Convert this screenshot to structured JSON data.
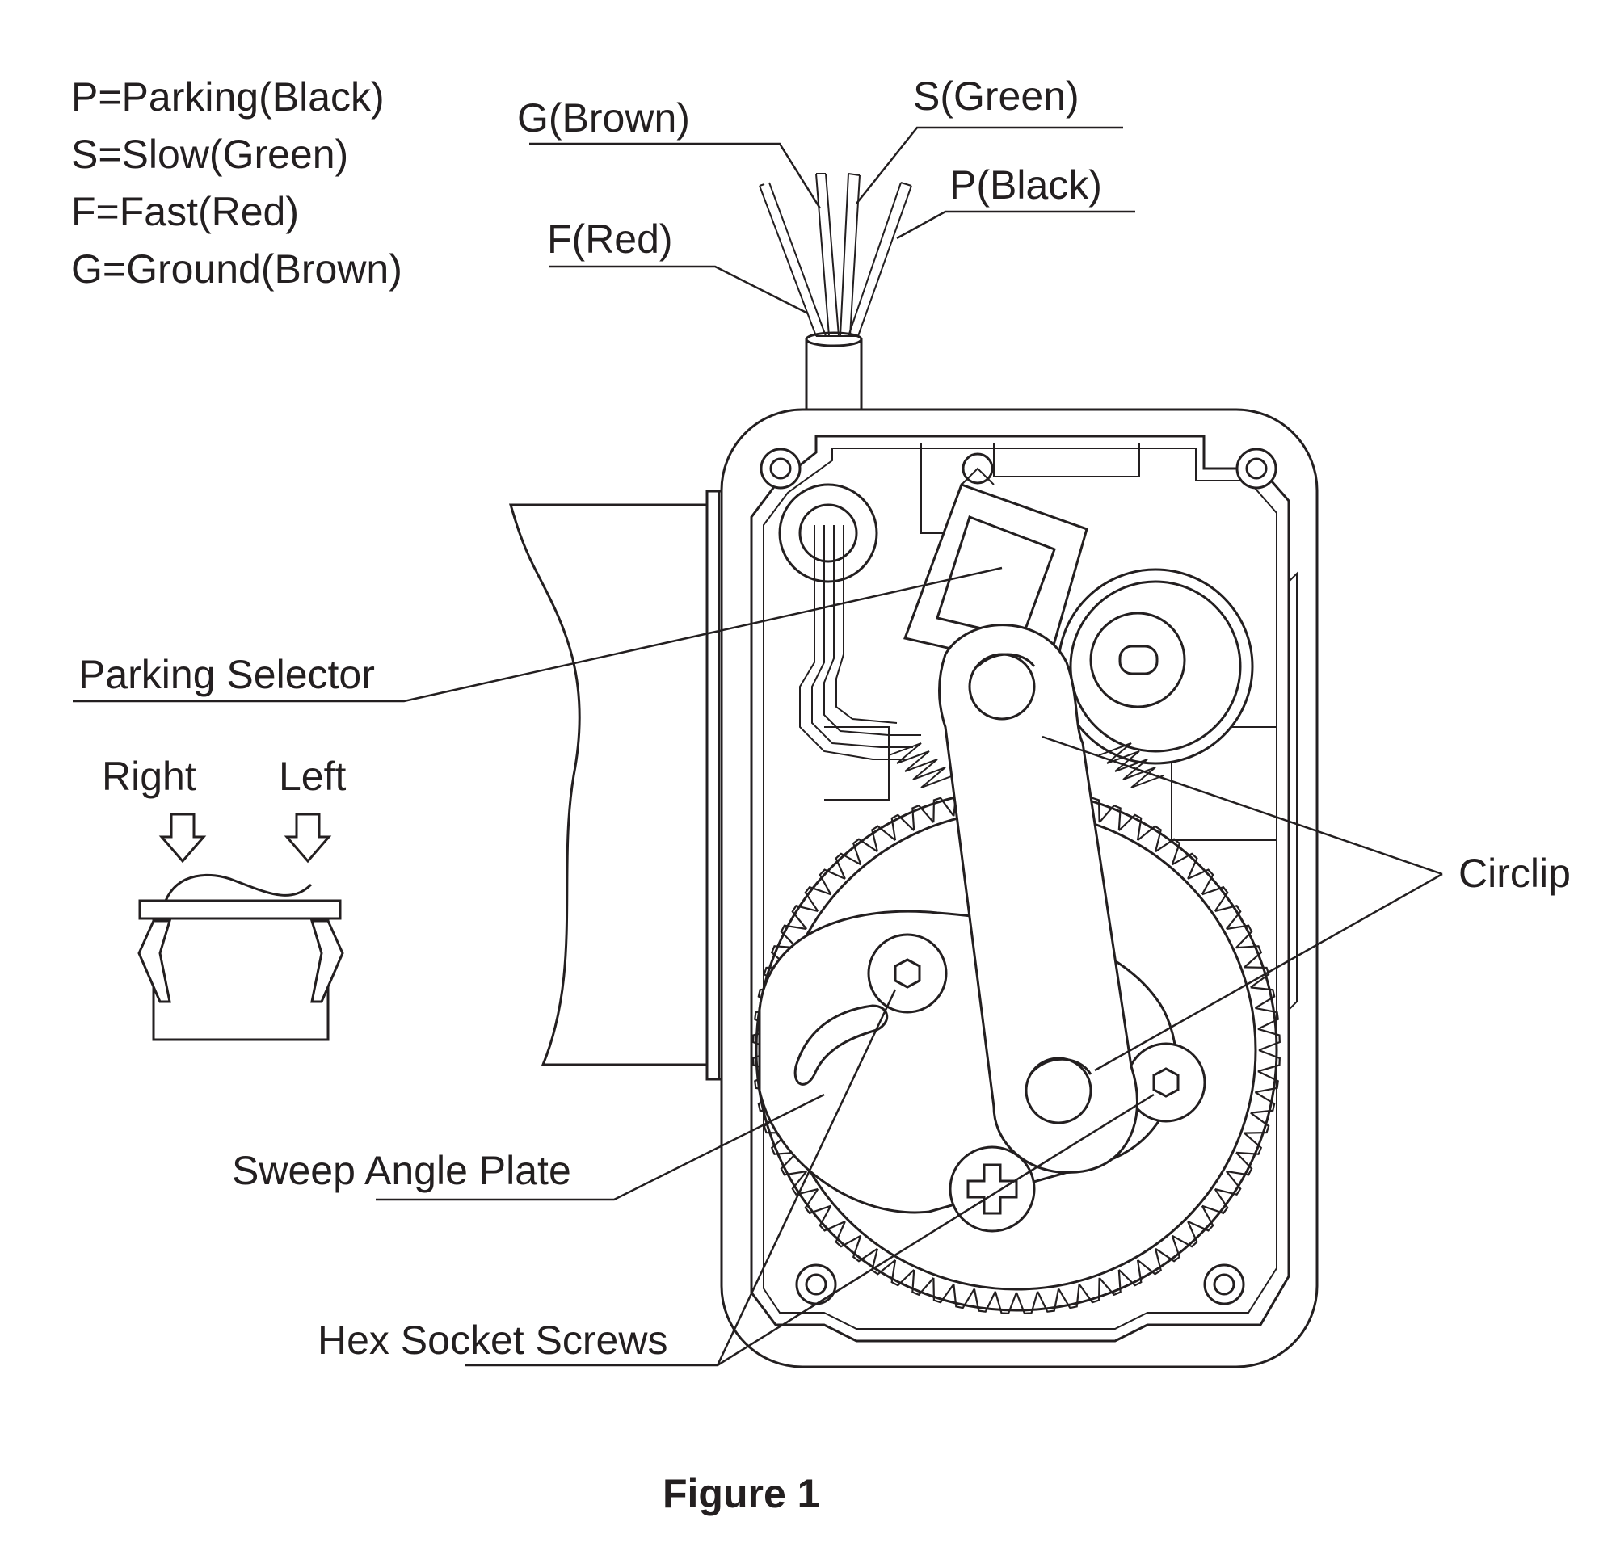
{
  "legend": {
    "parking": "P=Parking(Black)",
    "slow": "S=Slow(Green)",
    "fast": "F=Fast(Red)",
    "ground": "G=Ground(Brown)"
  },
  "wires": {
    "ground": "G(Brown)",
    "slow": "S(Green)",
    "parking": "P(Black)",
    "fast": "F(Red)"
  },
  "callouts": {
    "parking_selector": "Parking Selector",
    "circlip": "Circlip",
    "sweep_angle_plate": "Sweep Angle Plate",
    "hex_socket_screws": "Hex Socket Screws"
  },
  "switch": {
    "right": "Right",
    "left": "Left"
  },
  "caption": "Figure 1",
  "colors": {
    "line": "#231f20",
    "background": "#ffffff"
  }
}
